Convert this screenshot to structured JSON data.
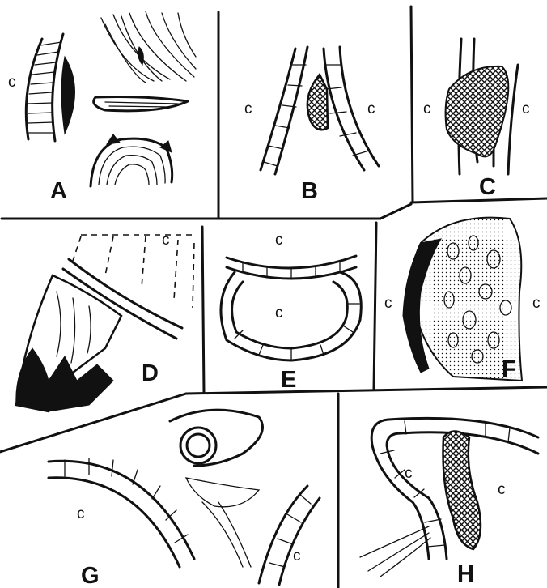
{
  "panels": [
    {
      "letter": "A",
      "labels": [
        "c"
      ]
    },
    {
      "letter": "B",
      "labels": [
        "c",
        "c"
      ]
    },
    {
      "letter": "C",
      "labels": [
        "c",
        "c"
      ]
    },
    {
      "letter": "D",
      "labels": [
        "c"
      ]
    },
    {
      "letter": "E",
      "labels": [
        "c",
        "c"
      ]
    },
    {
      "letter": "F",
      "labels": [
        "c",
        "c"
      ]
    },
    {
      "letter": "G",
      "labels": [
        "c",
        "c"
      ]
    },
    {
      "letter": "H",
      "labels": [
        "c",
        "c"
      ]
    }
  ]
}
